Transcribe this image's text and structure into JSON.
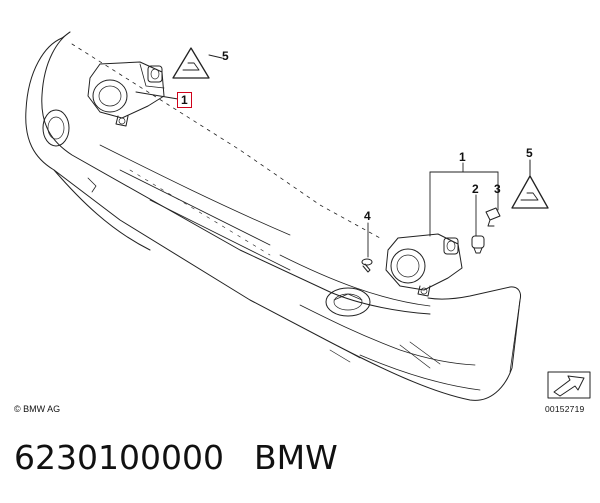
{
  "callouts": {
    "c1_top": "1",
    "c5_top": "5",
    "c1_right": "1",
    "c2": "2",
    "c3": "3",
    "c4": "4",
    "c5_right": "5"
  },
  "copyright": "© BMW AG",
  "document_number": "00152719",
  "caption": {
    "part_number": "6230100000",
    "brand": "BMW"
  },
  "colors": {
    "line": "#222222",
    "highlight_box": "#d0021b"
  },
  "icons": {
    "warning_triangle": "warning-triangle-icon",
    "direction_arrow": "direction-arrow-icon",
    "fog_lamp": "fog-lamp-icon",
    "bulb": "bulb-icon",
    "bolt": "bolt-icon",
    "bumper_emblem": "bmw-emblem-icon"
  }
}
